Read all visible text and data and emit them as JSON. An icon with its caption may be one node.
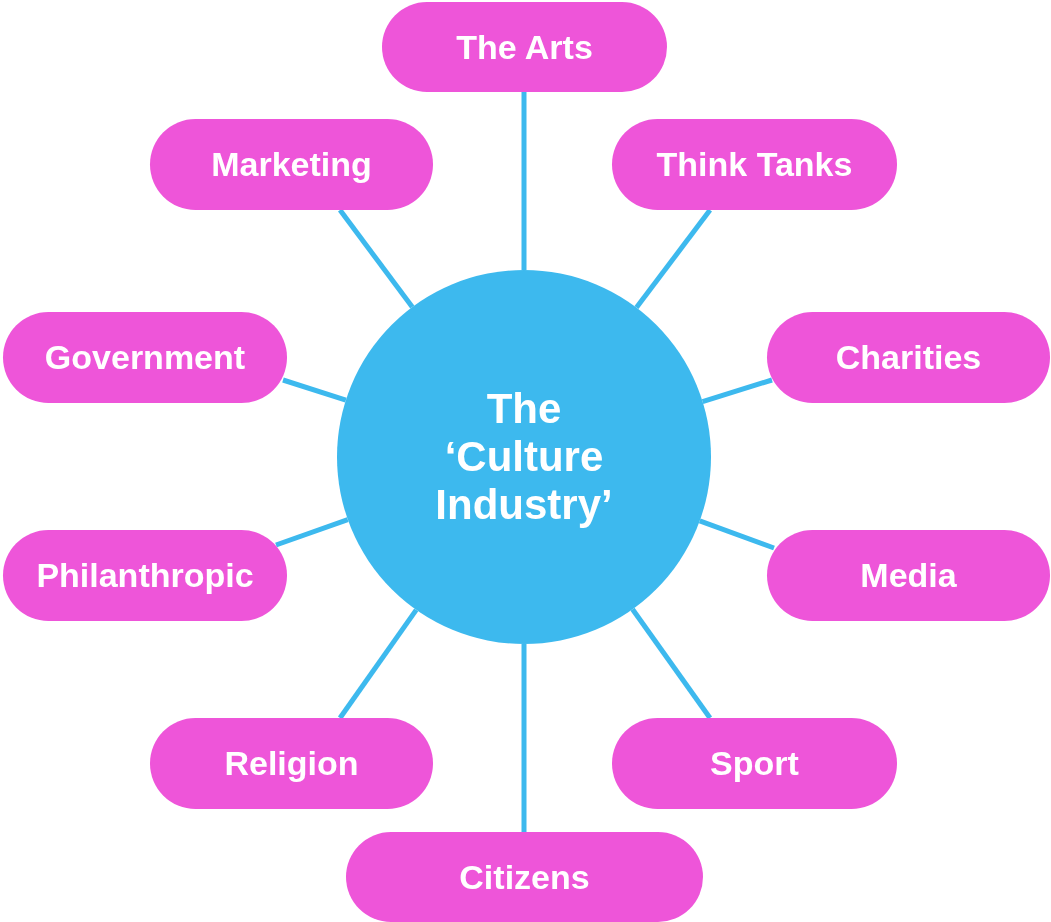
{
  "diagram": {
    "nodes": [
      {
        "text": [
          "The ‘Culture Industry’"
        ]
      },
      {
        "text": [
          "The Arts"
        ]
      },
      {
        "text": [
          "Marketing"
        ]
      },
      {
        "text": [
          "Think Tanks"
        ]
      },
      {
        "text": [
          "Government"
        ]
      },
      {
        "text": [
          "Charities"
        ]
      },
      {
        "text": [
          "Philanthropic"
        ]
      },
      {
        "text": [
          "Media"
        ]
      },
      {
        "text": [
          "Religion"
        ]
      },
      {
        "text": [
          "Sport"
        ]
      },
      {
        "text": [
          "Citizens"
        ]
      }
    ],
    "edges": [
      {
        "from": 0,
        "to": 1,
        "arrow": "none"
      },
      {
        "from": 0,
        "to": 2,
        "arrow": "none"
      },
      {
        "from": 0,
        "to": 3,
        "arrow": "none"
      },
      {
        "from": 0,
        "to": 4,
        "arrow": "none"
      },
      {
        "from": 0,
        "to": 5,
        "arrow": "none"
      },
      {
        "from": 0,
        "to": 6,
        "arrow": "none"
      },
      {
        "from": 0,
        "to": 7,
        "arrow": "none"
      },
      {
        "from": 0,
        "to": 8,
        "arrow": "none"
      },
      {
        "from": 0,
        "to": 9,
        "arrow": "none"
      },
      {
        "from": 0,
        "to": 10,
        "arrow": "none"
      }
    ]
  }
}
